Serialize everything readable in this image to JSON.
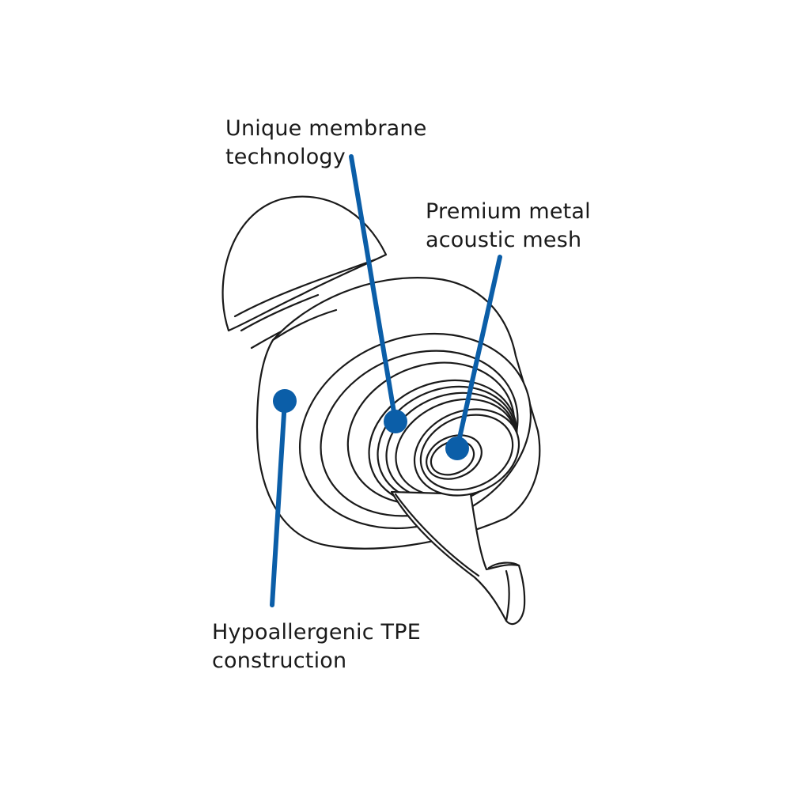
{
  "diagram": {
    "subject": "earplug",
    "accent_color": "#0b5ea8",
    "outline_color": "#1a1a1a",
    "callouts": [
      {
        "id": "membrane",
        "lines": [
          "Unique membrane",
          "technology"
        ]
      },
      {
        "id": "mesh",
        "lines": [
          "Premium metal",
          "acoustic mesh"
        ]
      },
      {
        "id": "tpe",
        "lines": [
          "Hypoallergenic TPE",
          "construction"
        ]
      }
    ]
  }
}
